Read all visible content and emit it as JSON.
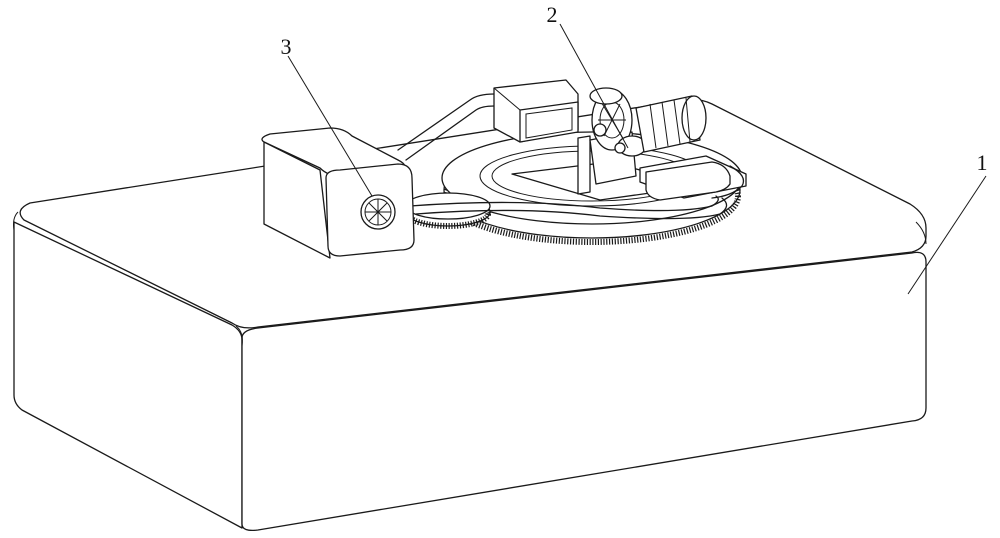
{
  "labels": [
    {
      "key": "base",
      "text": "1"
    },
    {
      "key": "cutting-assembly",
      "text": "2"
    },
    {
      "key": "fan-box",
      "text": "3"
    }
  ]
}
